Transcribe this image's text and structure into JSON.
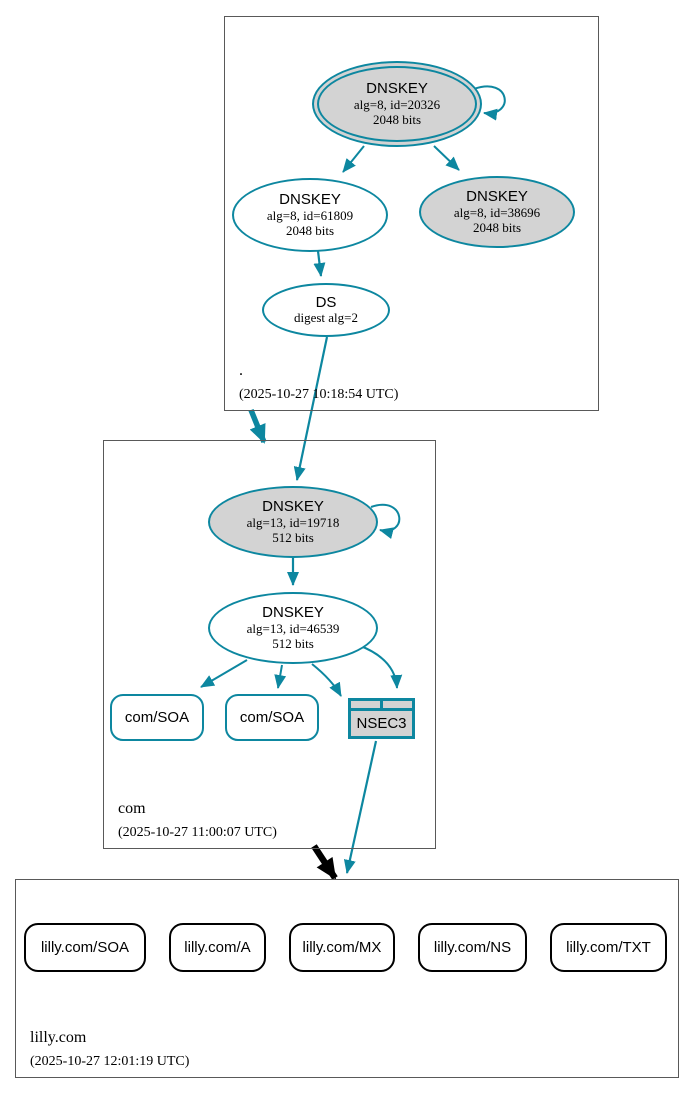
{
  "colors": {
    "secure_teal": "#0d87a0",
    "insecure_black": "#000000",
    "node_fill_gray": "#d3d3d3",
    "node_fill_white": "#ffffff",
    "zone_border_gray": "#595959"
  },
  "zones": {
    "root": {
      "name": ".",
      "timestamp": "(2025-10-27 10:18:54 UTC)",
      "nodes": {
        "ksk": {
          "title": "DNSKEY",
          "detail": "alg=8, id=20326",
          "bits": "2048 bits"
        },
        "zsk": {
          "title": "DNSKEY",
          "detail": "alg=8, id=61809",
          "bits": "2048 bits"
        },
        "key38696": {
          "title": "DNSKEY",
          "detail": "alg=8, id=38696",
          "bits": "2048 bits"
        },
        "ds": {
          "title": "DS",
          "detail": "digest alg=2"
        }
      }
    },
    "com": {
      "name": "com",
      "timestamp": "(2025-10-27 11:00:07 UTC)",
      "nodes": {
        "ksk": {
          "title": "DNSKEY",
          "detail": "alg=13, id=19718",
          "bits": "512 bits"
        },
        "zsk": {
          "title": "DNSKEY",
          "detail": "alg=13, id=46539",
          "bits": "512 bits"
        },
        "soa1": {
          "label": "com/SOA"
        },
        "soa2": {
          "label": "com/SOA"
        },
        "nsec3": {
          "label": "NSEC3"
        }
      }
    },
    "lilly": {
      "name": "lilly.com",
      "timestamp": "(2025-10-27 12:01:19 UTC)",
      "records": [
        {
          "label": "lilly.com/SOA"
        },
        {
          "label": "lilly.com/A"
        },
        {
          "label": "lilly.com/MX"
        },
        {
          "label": "lilly.com/NS"
        },
        {
          "label": "lilly.com/TXT"
        }
      ]
    }
  }
}
